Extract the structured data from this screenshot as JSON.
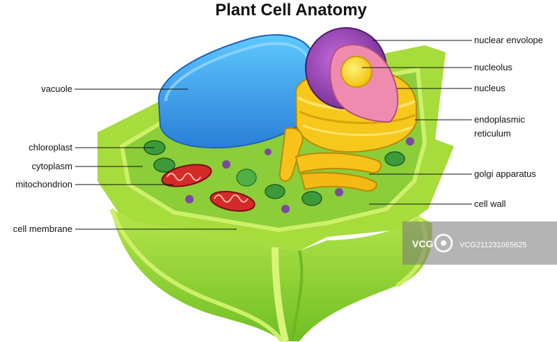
{
  "title": "Plant Cell Anatomy",
  "labels": {
    "vacuole": "vacuole",
    "chloroplast": "chloroplast",
    "cytoplasm": "cytoplasm",
    "mitochondrion": "mitochondrion",
    "cell_membrane": "cell membrane",
    "nuclear_envelope": "nuclear envolope",
    "nucleolus": "nucleolus",
    "nucleus": "nucleus",
    "endoplasmic_reticulum_line1": "endoplasmic",
    "endoplasmic_reticulum_line2": "reticulum",
    "golgi_apparatus": "golgi apparatus",
    "cell_wall": "cell wall"
  },
  "watermark": {
    "brand": "VCG",
    "code": "VCG211231065625"
  },
  "colors": {
    "cell_wall": "#8fd13a",
    "cytoplasm": "#9ad443",
    "vacuole": "#3aa6e8",
    "nucleus_envelope": "#9b3fb5",
    "nucleus_inner": "#f08bb0",
    "nucleolus": "#ffe033",
    "er": "#f4c21b",
    "mitochondrion": "#d42a2a",
    "chloroplast": "#3c9a3a"
  }
}
